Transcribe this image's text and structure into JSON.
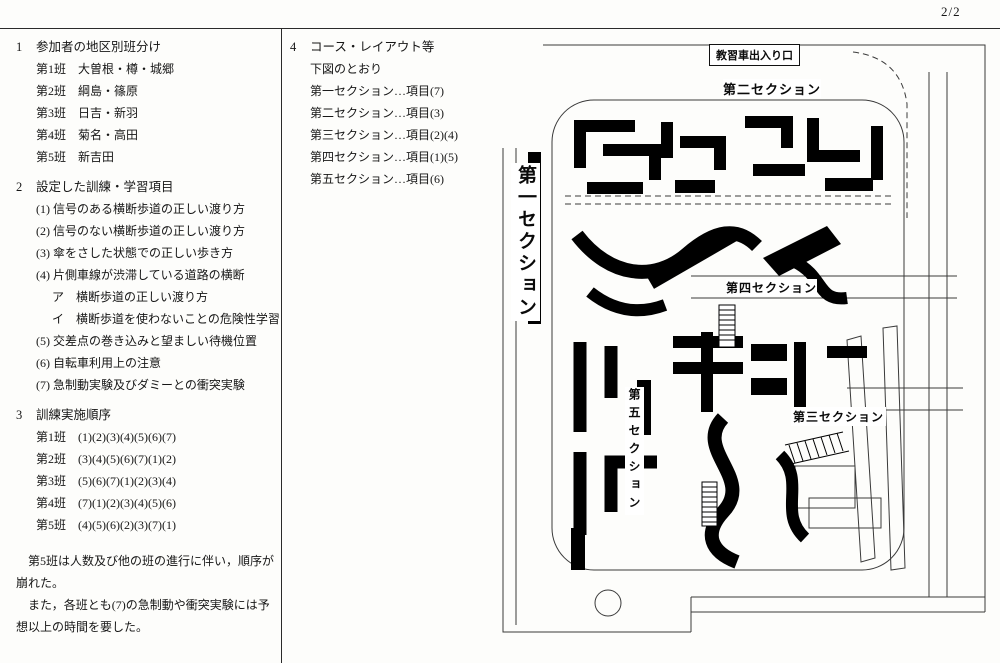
{
  "page": {
    "number": "2/2"
  },
  "sections": {
    "s1": {
      "num": "1",
      "title": "参加者の地区別班分け",
      "groups": [
        "第1班　大曽根・樽・城郷",
        "第2班　綱島・篠原",
        "第3班　日吉・新羽",
        "第4班　菊名・高田",
        "第5班　新吉田"
      ]
    },
    "s2": {
      "num": "2",
      "title": "設定した訓練・学習項目",
      "items": [
        "(1) 信号のある横断歩道の正しい渡り方",
        "(2) 信号のない横断歩道の正しい渡り方",
        "(3) 傘をさした状態での正しい歩き方",
        "(4) 片側車線が渋滞している道路の横断",
        "ア　横断歩道の正しい渡り方",
        "イ　横断歩道を使わないことの危険性学習",
        "(5) 交差点の巻き込みと望ましい待機位置",
        "(6) 自転車利用上の注意",
        "(7) 急制動実験及びダミーとの衝突実験"
      ]
    },
    "s3": {
      "num": "3",
      "title": "訓練実施順序",
      "orders": [
        "第1班　(1)(2)(3)(4)(5)(6)(7)",
        "第2班　(3)(4)(5)(6)(7)(1)(2)",
        "第3班　(5)(6)(7)(1)(2)(3)(4)",
        "第4班　(7)(1)(2)(3)(4)(5)(6)",
        "第5班　(4)(5)(6)(2)(3)(7)(1)"
      ],
      "notes": [
        "　第5班は人数及び他の班の進行に伴い，順序が",
        "崩れた。",
        "　また，各班とも(7)の急制動や衝突実験には予",
        "想以上の時間を要した。"
      ]
    },
    "s4": {
      "num": "4",
      "title": "コース・レイアウト等",
      "intro": "下図のとおり",
      "mapping": [
        "第一セクション…項目(7)",
        "第二セクション…項目(3)",
        "第三セクション…項目(2)(4)",
        "第四セクション…項目(1)(5)",
        "第五セクション…項目(6)"
      ]
    }
  },
  "map": {
    "entrance_label": "教習車出入り口",
    "section1_label": "第一セクション",
    "section2_label": "第二セクション",
    "section3_label": "第三セクション",
    "section4_label": "第四セクション",
    "section5_label": "第五セクション"
  }
}
